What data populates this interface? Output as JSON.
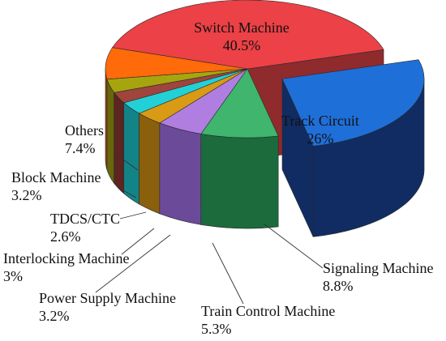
{
  "chart_data": {
    "type": "pie",
    "title": "",
    "slices": [
      {
        "label": "Switch Machine",
        "value_text": "40.5%",
        "value": 40.5,
        "color": "#ec4146",
        "side_color": "#8f2a2d"
      },
      {
        "label": "Track Circuit",
        "value_text": "26%",
        "value": 26,
        "color": "#1f6fd9",
        "side_color": "#102c62"
      },
      {
        "label": "Signaling Machine",
        "value_text": "8.8%",
        "value": 8.8,
        "color": "#3fb56e",
        "side_color": "#1b6b3c"
      },
      {
        "label": "Train Control Machine",
        "value_text": "5.3%",
        "value": 5.3,
        "color": "#b07ee0",
        "side_color": "#6c4a9a"
      },
      {
        "label": "Power Supply Machine",
        "value_text": "3.2%",
        "value": 3.2,
        "color": "#d99a16",
        "side_color": "#8a600c"
      },
      {
        "label": "Interlocking Machine",
        "value_text": "3%",
        "value": 3,
        "color": "#23d0d6",
        "side_color": "#128487"
      },
      {
        "label": "TDCS/CTC",
        "value_text": "2.6%",
        "value": 2.6,
        "color": "#a0443e",
        "side_color": "#5c2521"
      },
      {
        "label": "Block Machine",
        "value_text": "3.2%",
        "value": 3.2,
        "color": "#a7a50f",
        "side_color": "#68670a"
      },
      {
        "label": "Others",
        "value_text": "7.4%",
        "value": 7.4,
        "color": "#ff6a0a",
        "side_color": "#a84406"
      }
    ],
    "exploded": "Track Circuit",
    "style": "3d"
  }
}
